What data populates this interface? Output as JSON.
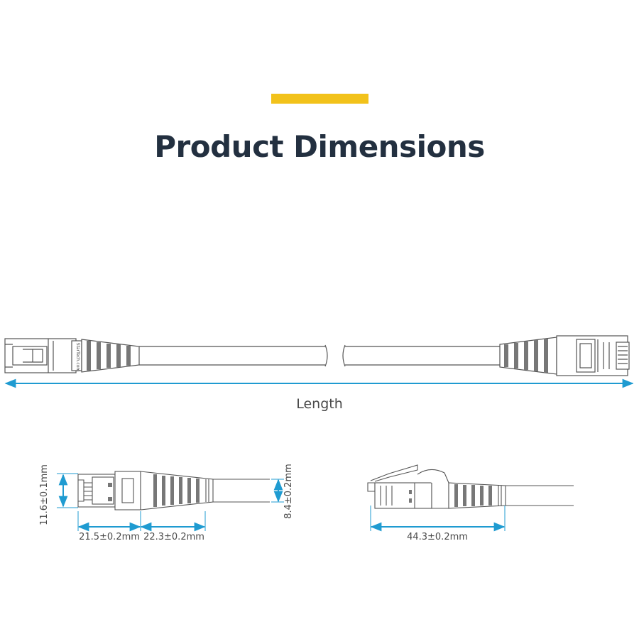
{
  "header": {
    "title": "Product Dimensions",
    "accent_color": "#f2c21b",
    "title_color": "#233040"
  },
  "diagram": {
    "dimension_color": "#1f9bd1",
    "line_color": "#555555",
    "length_label": "Length",
    "connector_width": "11.6±0.1mm",
    "connector_length": "21.5±0.2mm",
    "boot_length": "22.3±0.2mm",
    "cable_diameter": "8.4±0.2mm",
    "side_total_length": "44.3±0.2mm",
    "brand_mark": "StarTech.com"
  }
}
